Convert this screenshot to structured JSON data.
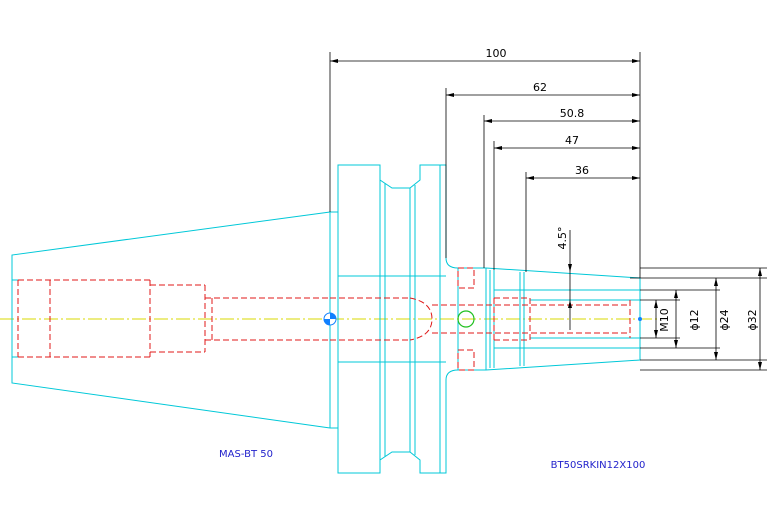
{
  "labels": {
    "holder": "MAS-BT 50",
    "part_number": "BT50SRKIN12X100"
  },
  "dimensions": {
    "length_total": "100",
    "length_62": "62",
    "length_50_8": "50.8",
    "length_47": "47",
    "length_36": "36",
    "taper_angle": "4.5°",
    "dia_m10": "M10",
    "dia_12": "ϕ12",
    "dia_24": "ϕ24",
    "dia_32": "ϕ32"
  },
  "colors": {
    "outline": "#00c8d8",
    "hidden": "#e01818",
    "centerline": "#d8d800",
    "dimension": "#000000",
    "label": "#2222cc",
    "coolant_ring": "#20c020",
    "fill_mark": "#1080ff"
  }
}
